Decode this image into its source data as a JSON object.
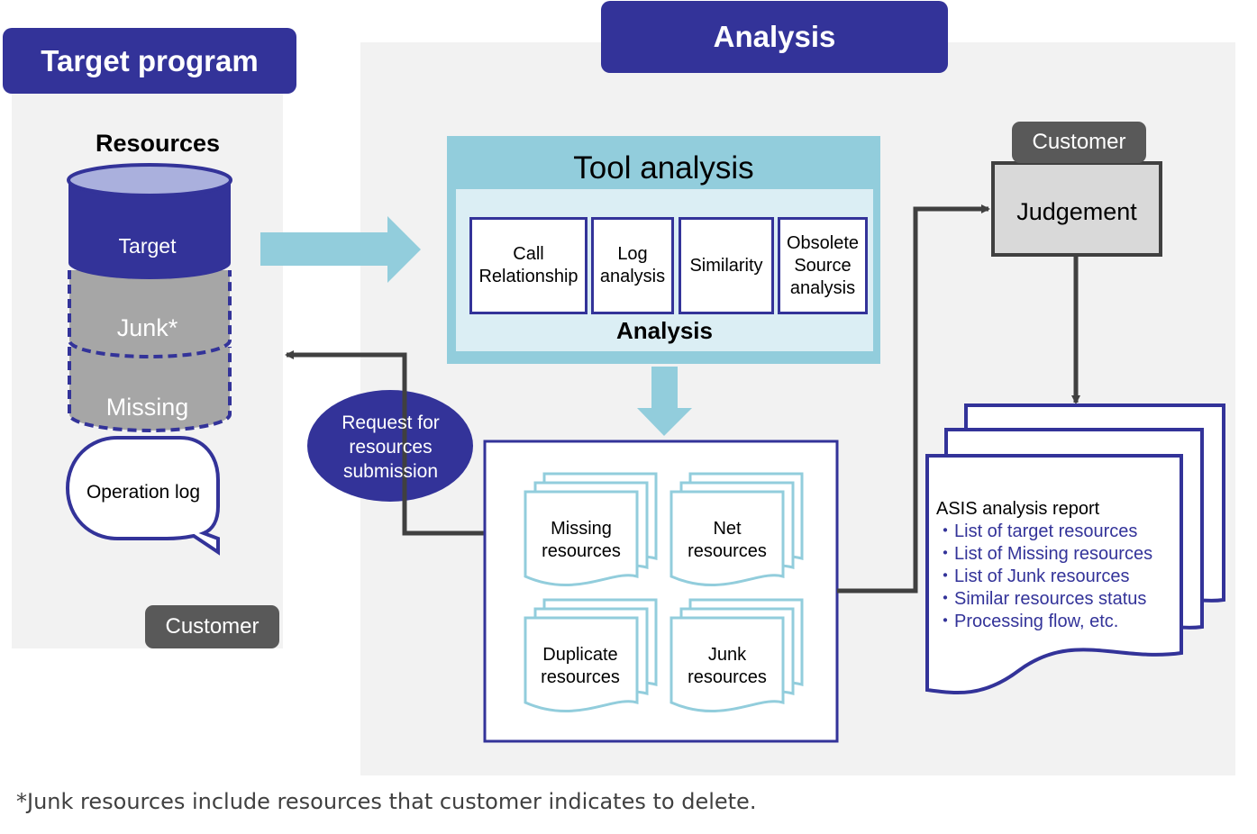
{
  "left": {
    "header": "Target program",
    "resources_title": "Resources",
    "layers": {
      "target": "Target",
      "junk": "Junk*",
      "missing": "Missing"
    },
    "operation_log": "Operation log",
    "customer_tag": "Customer"
  },
  "analysis": {
    "header": "Analysis",
    "tool_title": "Tool analysis",
    "tool_items": [
      "Call Relationship",
      "Log analysis",
      "Similarity",
      "Obsolete Source analysis"
    ],
    "tool_footer": "Analysis",
    "request_bubble": "Request for resources submission",
    "outputs": {
      "missing": "Missing resources",
      "net": "Net resources",
      "duplicate": "Duplicate resources",
      "junk": "Junk resources"
    },
    "customer_tag": "Customer",
    "judgement": "Judgement",
    "report": {
      "title": "ASIS analysis report",
      "items": [
        "・List of target resources",
        "・List of Missing resources",
        "・List of Junk resources",
        "・Similar resources status",
        "・Processing flow, etc."
      ]
    }
  },
  "footnote": "*Junk resources include resources that customer indicates to delete.",
  "colors": {
    "navy": "#333399",
    "light_blue": "#92cddc",
    "pale_blue": "#dbeef4",
    "gray_dark": "#595959",
    "gray_fill": "#a6a6a6",
    "panel": "#f2f2f2"
  }
}
